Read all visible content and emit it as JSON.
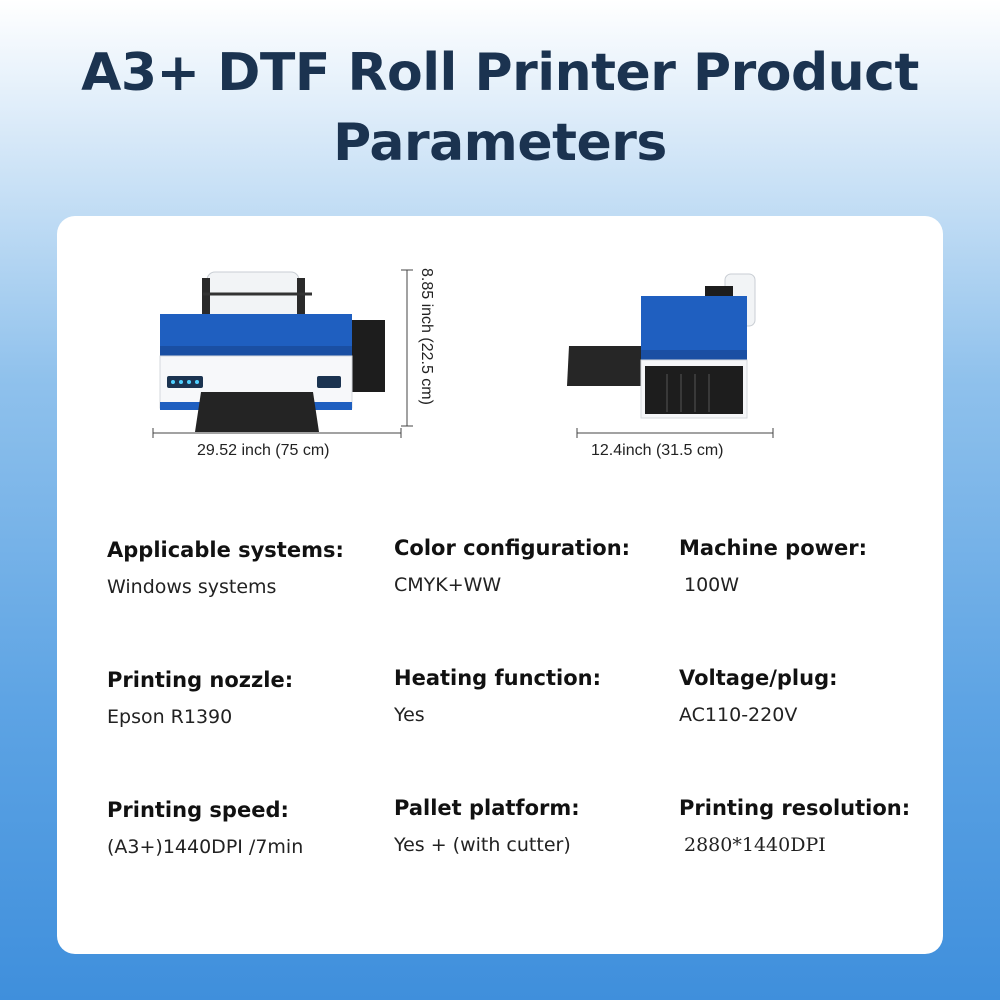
{
  "title_line1": "A3+ DTF Roll Printer Product",
  "title_line2": "Parameters",
  "dimensions": {
    "front_width": "29.52 inch (75 cm)",
    "height": "8.85 inch (22.5 cm)",
    "side_depth": "12.4inch (31.5 cm)"
  },
  "specs": [
    {
      "label": "Applicable systems:",
      "value": "Windows systems"
    },
    {
      "label": "Color configuration:",
      "value": "CMYK+WW"
    },
    {
      "label": "Machine power:",
      "value": "100W"
    },
    {
      "label": "Printing nozzle:",
      "value": "Epson R1390"
    },
    {
      "label": "Heating function:",
      "value": "Yes"
    },
    {
      "label": "Voltage/plug:",
      "value": "AC110-220V"
    },
    {
      "label": "Printing speed:",
      "value": "(A3+)1440DPI /7min"
    },
    {
      "label": "Pallet platform:",
      "value": "Yes + (with cutter)"
    },
    {
      "label": "Printing resolution:",
      "value": "2880*1440DPI"
    }
  ],
  "colors": {
    "title": "#1b3350",
    "printer_blue": "#1f5fc0",
    "background_bottom": "#3f8fdc"
  }
}
